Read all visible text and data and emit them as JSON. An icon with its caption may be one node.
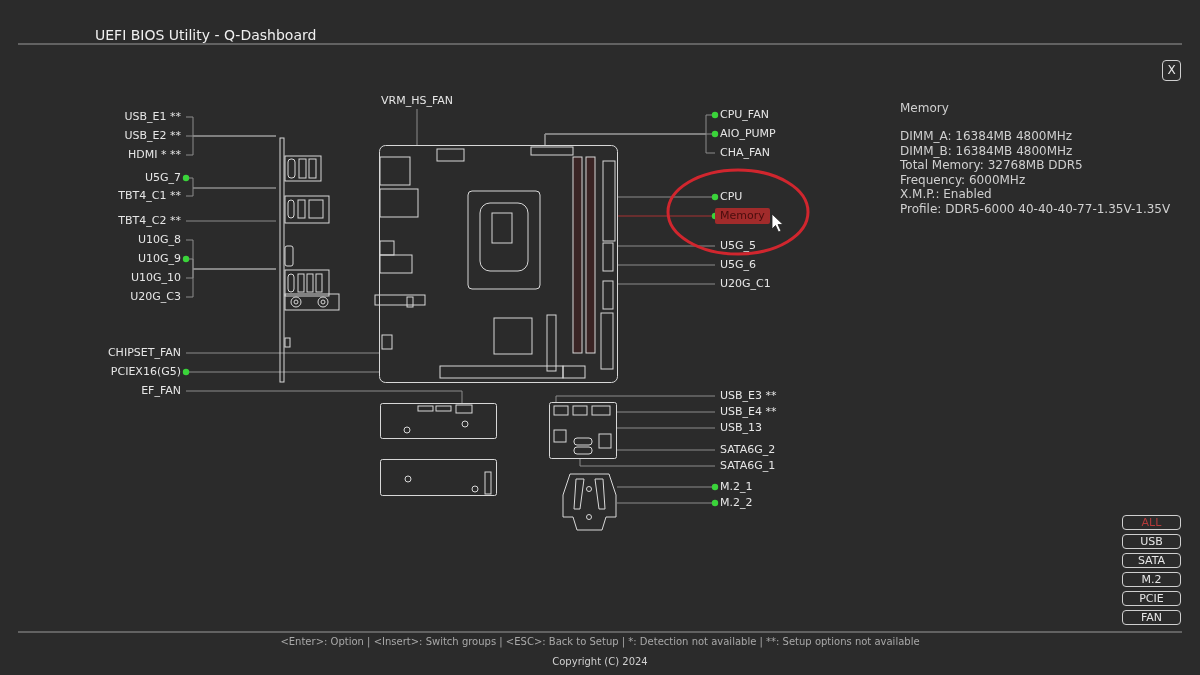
{
  "diagram": {
    "title": "UEFI BIOS Utility - Q-Dashboard",
    "nodes": [
      {
        "text": [
          "X"
        ]
      },
      {
        "text": [
          "USB_E1 **"
        ]
      },
      {
        "text": [
          "USB_E2 **"
        ]
      },
      {
        "text": [
          "HDMI * **"
        ]
      },
      {
        "text": [
          "U5G_7"
        ]
      },
      {
        "text": [
          "TBT4_C1 **"
        ]
      },
      {
        "text": [
          "TBT4_C2 **"
        ]
      },
      {
        "text": [
          "U10G_8"
        ]
      },
      {
        "text": [
          "U10G_9"
        ]
      },
      {
        "text": [
          "U10G_10"
        ]
      },
      {
        "text": [
          "U20G_C3"
        ]
      },
      {
        "text": [
          "CHIPSET_FAN"
        ]
      },
      {
        "text": [
          "PCIEX16(G5)"
        ]
      },
      {
        "text": [
          "EF_FAN"
        ]
      },
      {
        "text": [
          "VRM_HS_FAN"
        ]
      },
      {
        "text": [
          "CPU_FAN"
        ]
      },
      {
        "text": [
          "AIO_PUMP"
        ]
      },
      {
        "text": [
          "CHA_FAN"
        ]
      },
      {
        "text": [
          "CPU"
        ]
      },
      {
        "text": [
          "Memory"
        ]
      },
      {
        "text": [
          "U5G_5"
        ]
      },
      {
        "text": [
          "U5G_6"
        ]
      },
      {
        "text": [
          "U20G_C1"
        ]
      },
      {
        "text": [
          "USB_E3 **"
        ]
      },
      {
        "text": [
          "USB_E4 **"
        ]
      },
      {
        "text": [
          "USB_13"
        ]
      },
      {
        "text": [
          "SATA6G_2"
        ]
      },
      {
        "text": [
          "SATA6G_1"
        ]
      },
      {
        "text": [
          "M.2_1"
        ]
      },
      {
        "text": [
          "M.2_2"
        ]
      },
      {
        "text": [],
        "shape": "picture"
      },
      {
        "text": [],
        "shape": "picture"
      },
      {
        "text": [],
        "shape": "picture"
      },
      {
        "text": [],
        "shape": "picture"
      },
      {
        "text": [],
        "shape": "picture"
      },
      {
        "text": [],
        "shape": "picture"
      },
      {
        "text": [
          "ALL"
        ]
      },
      {
        "text": [
          "USB"
        ]
      },
      {
        "text": [
          "SATA"
        ]
      },
      {
        "text": [
          "M.2"
        ]
      },
      {
        "text": [
          "PCIE"
        ]
      },
      {
        "text": [
          "FAN"
        ]
      }
    ],
    "edges": [
      {
        "from": 1,
        "to": 30,
        "arrow": "none"
      },
      {
        "from": 2,
        "to": 30,
        "arrow": "none"
      },
      {
        "from": 3,
        "to": 30,
        "arrow": "none"
      },
      {
        "from": 4,
        "to": 30,
        "arrow": "other"
      },
      {
        "from": 5,
        "to": 30,
        "arrow": "none"
      },
      {
        "from": 6,
        "to": 30,
        "arrow": "none"
      },
      {
        "from": 7,
        "to": 30,
        "arrow": "none"
      },
      {
        "from": 8,
        "to": 30,
        "arrow": "other"
      },
      {
        "from": 9,
        "to": 30,
        "arrow": "none"
      },
      {
        "from": 10,
        "to": 30,
        "arrow": "none"
      },
      {
        "from": 11,
        "to": 31,
        "arrow": "none"
      },
      {
        "from": 12,
        "to": 31,
        "arrow": "other"
      },
      {
        "from": 13,
        "to": 32,
        "arrow": "none"
      },
      {
        "from": 14,
        "to": 31,
        "arrow": "none"
      },
      {
        "from": 15,
        "to": 31,
        "arrow": "other"
      },
      {
        "from": 16,
        "to": 31,
        "arrow": "other"
      },
      {
        "from": 17,
        "to": 31,
        "arrow": "none"
      },
      {
        "from": 18,
        "to": 31,
        "arrow": "other"
      },
      {
        "from": 19,
        "to": 31,
        "arrow": "other",
        "color": "#a83232"
      },
      {
        "from": 20,
        "to": 31,
        "arrow": "none"
      },
      {
        "from": 21,
        "to": 31,
        "arrow": "none"
      },
      {
        "from": 22,
        "to": 31,
        "arrow": "none"
      },
      {
        "from": 23,
        "to": 34,
        "arrow": "none"
      },
      {
        "from": 24,
        "to": 34,
        "arrow": "none"
      },
      {
        "from": 25,
        "to": 34,
        "arrow": "none"
      },
      {
        "from": 26,
        "to": 34,
        "arrow": "none"
      },
      {
        "from": 27,
        "to": 34,
        "arrow": "none"
      },
      {
        "from": 28,
        "to": 35,
        "arrow": "other"
      },
      {
        "from": 29,
        "to": 35,
        "arrow": "other"
      }
    ],
    "labels": [
      "Memory",
      "DIMM_A: 16384MB 4800MHz",
      "DIMM_B: 16384MB 4800MHz",
      "Total Memory: 32768MB DDR5",
      "Frequency: 6000MHz",
      "X.M.P.: Enabled",
      "Profile: DDR5-6000 40-40-40-77-1.35V-1.35V",
      "<Enter>: Option | <Insert>: Switch groups | <ESC>: Back to Setup | *: Detection not available | **: Setup options not available",
      "Copyright (C) 2024"
    ]
  }
}
